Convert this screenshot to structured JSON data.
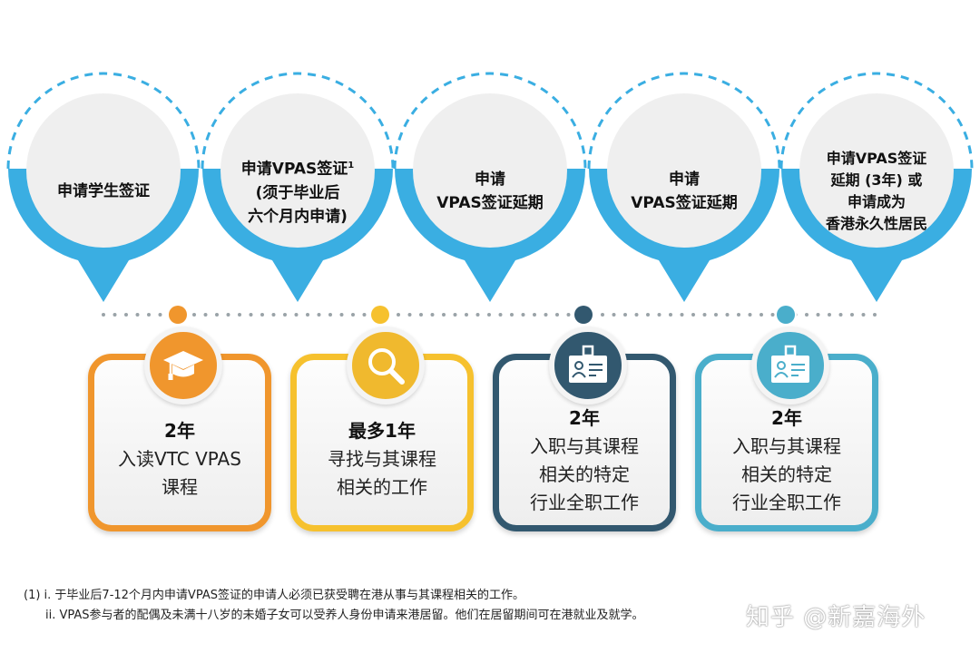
{
  "colors": {
    "bubble_blue": "#3aaee2",
    "bubble_disc": "#efefef",
    "dash_blue": "#3aaee2",
    "timeline_dots": "#9aa3a8",
    "orange": "#f0962d",
    "yellow": "#f6c12e",
    "navy": "#32586f",
    "teal": "#4aaecb"
  },
  "steps": [
    {
      "label_lines": [
        "申请学生签证"
      ]
    },
    {
      "label_lines": [
        "申请VPAS签证",
        "(须于毕业后",
        "六个月内申请)"
      ],
      "superscript": "1"
    },
    {
      "label_lines": [
        "申请",
        "VPAS签证延期"
      ]
    },
    {
      "label_lines": [
        "申请",
        "VPAS签证延期"
      ]
    },
    {
      "label_lines": [
        "申请VPAS签证",
        "延期 (3年) 或",
        "申请成为",
        "香港永久性居民"
      ]
    }
  ],
  "cards": [
    {
      "icon": "graduation-cap-icon",
      "title": "2年",
      "lines": [
        "入读VTC VPAS",
        "课程"
      ]
    },
    {
      "icon": "magnifier-icon",
      "title": "最多1年",
      "lines": [
        "寻找与其课程",
        "相关的工作"
      ]
    },
    {
      "icon": "id-badge-icon",
      "title": "2年",
      "lines": [
        "入职与其课程",
        "相关的特定",
        "行业全职工作"
      ]
    },
    {
      "icon": "id-badge-icon",
      "title": "2年",
      "lines": [
        "入职与其课程",
        "相关的特定",
        "行业全职工作"
      ]
    }
  ],
  "footnote": {
    "line1": "(1) i. 于毕业后7-12个月内申请VPAS签证的申请人必须已获受聘在港从事与其课程相关的工作。",
    "line2": "ii. VPAS参与者的配偶及未满十八岁的未婚子女可以受养人身份申请来港居留。他们在居留期间可在港就业及就学。"
  },
  "watermark": "知乎 @新嘉海外"
}
